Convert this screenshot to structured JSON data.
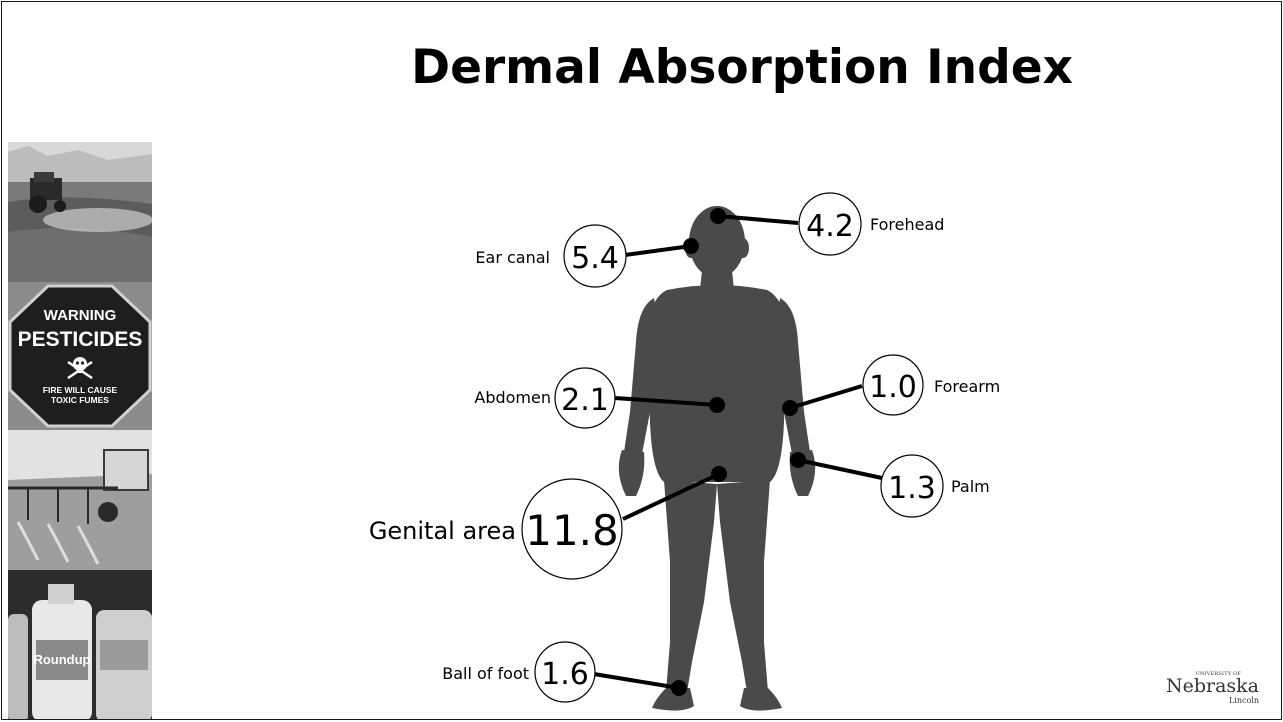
{
  "slide": {
    "title": "Dermal Absorption Index"
  },
  "sign": {
    "line1": "WARNING",
    "line2": "PESTICIDES",
    "line3": "FIRE WILL CAUSE",
    "line4": "TOXIC FUMES"
  },
  "bottle_label": "Roundup",
  "callouts": [
    {
      "id": "forehead",
      "value": "4.2",
      "label": "Forehead"
    },
    {
      "id": "ear-canal",
      "value": "5.4",
      "label": "Ear canal"
    },
    {
      "id": "forearm",
      "value": "1.0",
      "label": "Forearm"
    },
    {
      "id": "abdomen",
      "value": "2.1",
      "label": "Abdomen"
    },
    {
      "id": "palm",
      "value": "1.3",
      "label": "Palm"
    },
    {
      "id": "genital-area",
      "value": "11.8",
      "label": "Genital area"
    },
    {
      "id": "ball-of-foot",
      "value": "1.6",
      "label": "Ball of foot"
    }
  ],
  "logo": {
    "university": "UNIVERSITY OF",
    "name": "Nebraska",
    "campus": "Lincoln"
  },
  "colors": {
    "silhouette": "#4a4a4a",
    "line": "#000000"
  }
}
